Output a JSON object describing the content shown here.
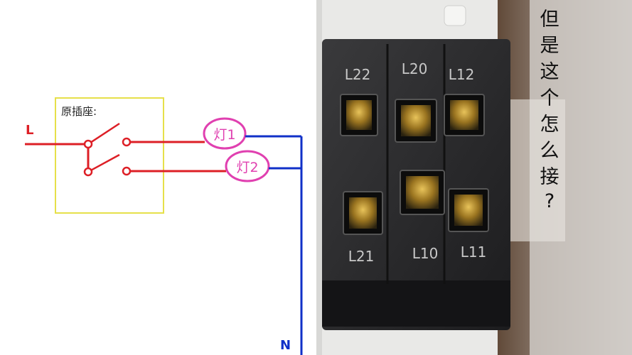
{
  "diagram": {
    "line_label": "L",
    "neutral_label": "N",
    "socket_title": "原插座:",
    "lamp1": "灯1",
    "lamp2": "灯2",
    "colors": {
      "live": "#dd1f26",
      "neutral": "#1030c8",
      "lamp": "#e040b0",
      "box": "#e6e04a"
    }
  },
  "photo": {
    "terminals": [
      "L22",
      "L20",
      "L12",
      "L21",
      "L10",
      "L11"
    ],
    "question_chars": [
      "但",
      "是",
      "这",
      "个",
      "怎",
      "么",
      "接",
      "?"
    ]
  }
}
